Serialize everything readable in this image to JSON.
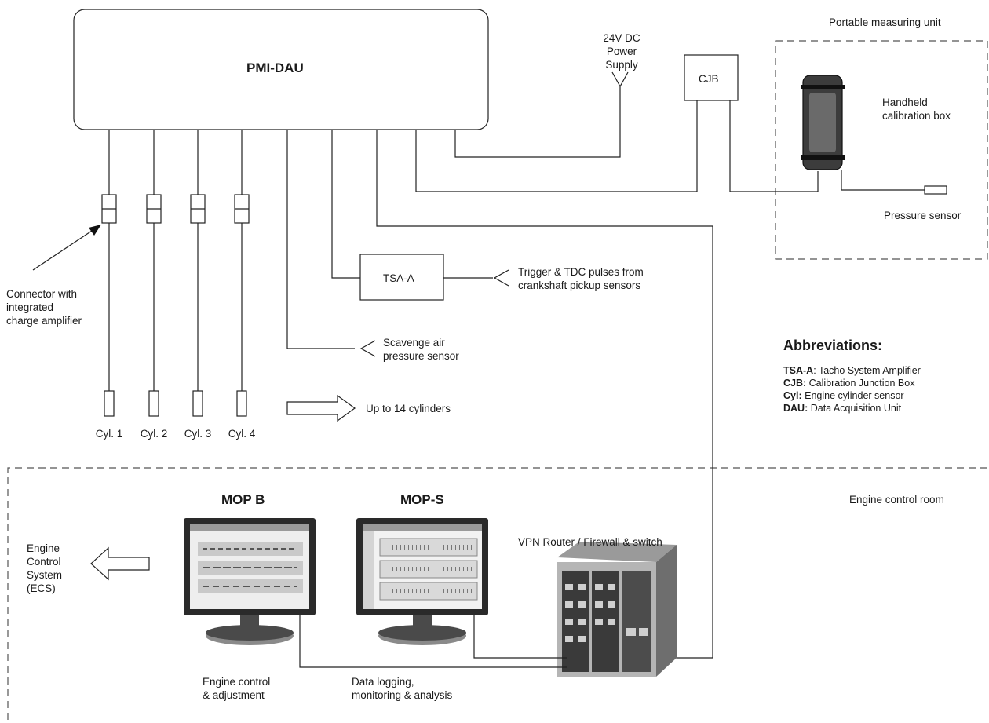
{
  "components": {
    "pmi_dau": "PMI-DAU",
    "power_supply": [
      "24V DC",
      "Power",
      "Supply"
    ],
    "cjb": "CJB",
    "tsa_a": "TSA-A",
    "mop_b": "MOP B",
    "mop_s": "MOP-S"
  },
  "zones": {
    "portable_unit": "Portable measuring unit",
    "control_room": "Engine control room"
  },
  "labels": {
    "handheld": [
      "Handheld",
      "calibration box"
    ],
    "pressure_sensor": "Pressure sensor",
    "trigger": [
      "Trigger & TDC pulses from",
      "crankshaft pickup sensors"
    ],
    "scavenge": [
      "Scavenge air",
      "pressure sensor"
    ],
    "connector": [
      "Connector with",
      "integrated",
      "charge amplifier"
    ],
    "up_to": "Up to 14 cylinders",
    "cylinders": [
      "Cyl. 1",
      "Cyl. 2",
      "Cyl. 3",
      "Cyl. 4"
    ],
    "ecs": [
      "Engine",
      "Control",
      "System",
      "(ECS)"
    ],
    "vpn": "VPN Router / Firewall & switch",
    "engine_control": [
      "Engine control",
      "& adjustment"
    ],
    "data_logging": [
      "Data logging,",
      "monitoring & analysis"
    ]
  },
  "abbreviations": {
    "title": "Abbreviations:",
    "items": [
      {
        "key": "TSA-A",
        "sep": ": ",
        "text": "Tacho System Amplifier"
      },
      {
        "key": "CJB:",
        "sep": " ",
        "text": "Calibration Junction Box"
      },
      {
        "key": "Cyl:",
        "sep": " ",
        "text": "Engine cylinder sensor"
      },
      {
        "key": "DAU:",
        "sep": " ",
        "text": "Data Acquisition Unit"
      }
    ]
  }
}
